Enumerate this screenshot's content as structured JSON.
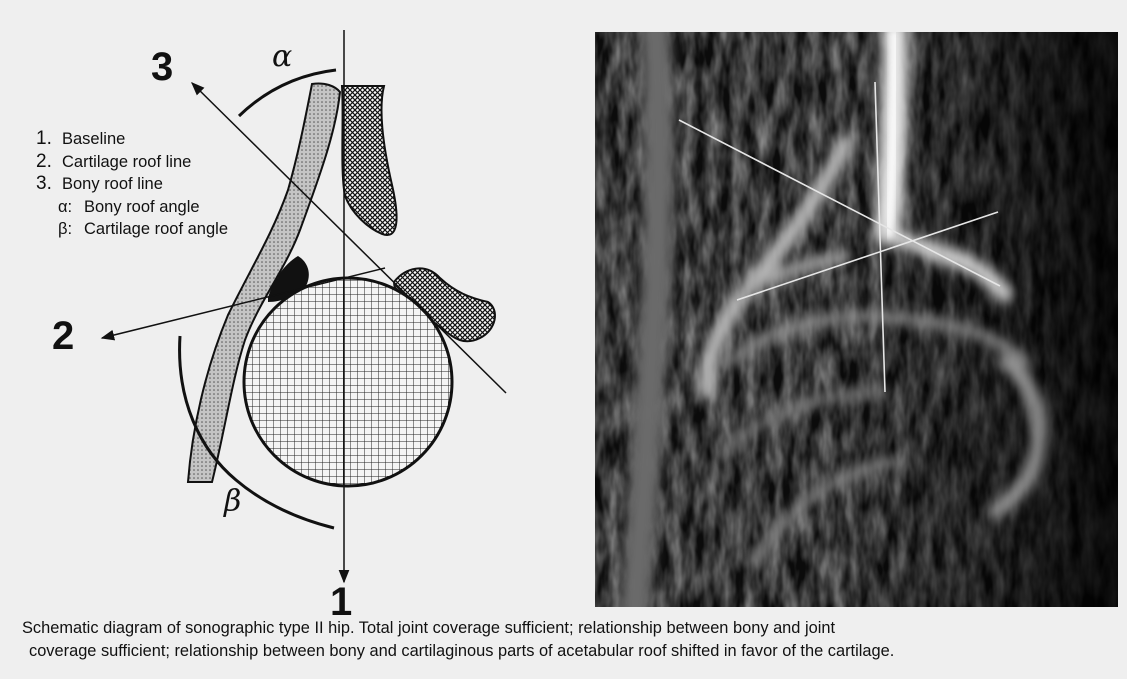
{
  "legend": {
    "items": [
      {
        "num": "1.",
        "text": "Baseline"
      },
      {
        "num": "2.",
        "text": "Cartilage roof line"
      },
      {
        "num": "3.",
        "text": "Bony roof line"
      }
    ],
    "angles": [
      {
        "symbol": "α:",
        "text": "Bony roof angle"
      },
      {
        "symbol": "β:",
        "text": "Cartilage roof angle"
      }
    ]
  },
  "line_labels": {
    "one": "1",
    "two": "2",
    "three": "3"
  },
  "angle_labels": {
    "alpha": "α",
    "beta": "β"
  },
  "caption": {
    "line1": "Schematic diagram of sonographic type II hip. Total joint coverage sufficient; relationship between bony and joint",
    "line2": "coverage sufficient; relationship between bony and cartilaginous parts of acetabular roof shifted in favor of the cartilage."
  },
  "colors": {
    "background": "#efefef",
    "ink": "#111111",
    "ultrasound_bg": "#0b0b0b",
    "cartilage_fill": "#b8b8b8"
  }
}
